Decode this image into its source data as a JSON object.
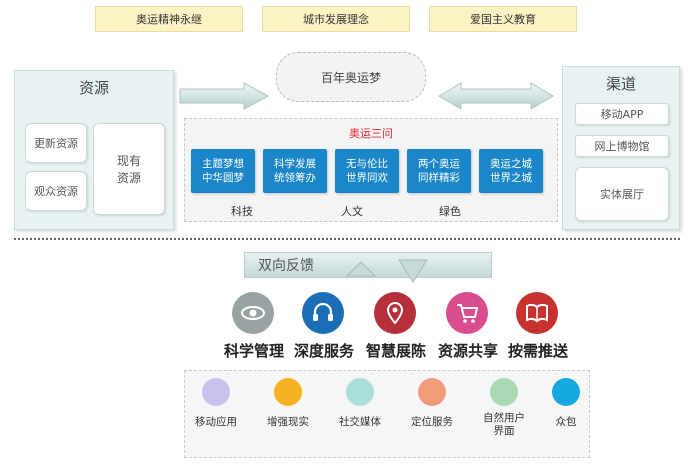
{
  "top_labels": [
    "奥运精神永继",
    "城市发展理念",
    "爱国主义教育"
  ],
  "resources": {
    "title": "资源",
    "items": [
      "更新资源",
      "观众资源"
    ],
    "existing": "现有\n资源"
  },
  "dream": "百年奥运梦",
  "center": {
    "title": "奥运三问",
    "boxes": [
      "主题梦想\n中华圆梦",
      "科学发展\n统领筹办",
      "无与伦比\n世界同欢",
      "两个奥运\n同样精彩",
      "奥运之城\n世界之城"
    ],
    "categories": [
      "科技",
      "人文",
      "绿色"
    ]
  },
  "channels": {
    "title": "渠道",
    "items": [
      "移动APP",
      "网上博物馆",
      "实体展厅"
    ]
  },
  "feedback": "双向反馈",
  "services": [
    {
      "label": "科学管理",
      "icon": "eye-icon",
      "color": "#9aa3a3"
    },
    {
      "label": "深度服务",
      "icon": "headphones-icon",
      "color": "#1b6fb8"
    },
    {
      "label": "智慧展陈",
      "icon": "location-pin-icon",
      "color": "#b5303a"
    },
    {
      "label": "资源共享",
      "icon": "shopping-cart-icon",
      "color": "#d94d8f"
    },
    {
      "label": "按需推送",
      "icon": "book-icon",
      "color": "#c8322e"
    }
  ],
  "technologies": [
    {
      "label": "移动应用",
      "color": "#c9c2ee"
    },
    {
      "label": "增强现实",
      "color": "#f5b324"
    },
    {
      "label": "社交媒体",
      "color": "#a9e0de"
    },
    {
      "label": "定位服务",
      "color": "#f29a7c"
    },
    {
      "label": "自然用户\n界面",
      "color": "#a8dab5"
    },
    {
      "label": "众包",
      "color": "#16a8e0"
    }
  ]
}
